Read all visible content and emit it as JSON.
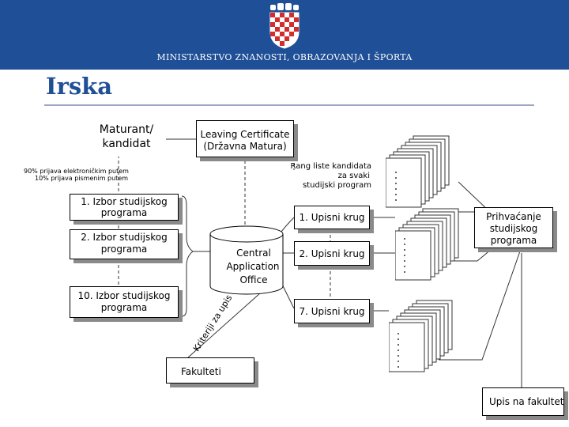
{
  "header": {
    "ministry": "MINISTARSTVO ZNANOSTI, OBRAZOVANJA I ŠPORTA",
    "crest_icon": "croatian-coat-of-arms-icon",
    "colors": {
      "banner": "#1f4f96",
      "title": "#1f4f96"
    }
  },
  "slide": {
    "title": "Irska"
  },
  "diagram": {
    "maturant_line1": "Maturant/",
    "maturant_line2": "kandidat",
    "leaving_line1": "Leaving Certificate",
    "leaving_line2": "(Državna Matura)",
    "application_line1": "90% prijava elektroničkim putem",
    "application_line2": "10% prijava pismenim putem",
    "choice1_line1": "1. Izbor studijskog",
    "choice1_line2": "programa",
    "choice2_line1": "2. Izbor studijskog",
    "choice2_line2": "programa",
    "choice10_line1": "10. Izbor studijskog",
    "choice10_line2": "programa",
    "cao_line1": "Central",
    "cao_line2": "Application",
    "cao_line3": "Office",
    "criteria": "Kriteriji za upis",
    "rank_line1": "Rang liste kandidata",
    "rank_line2": "za svaki",
    "rank_line3": "studijski program",
    "round1": "1. Upisni krug",
    "round2": "2. Upisni krug",
    "round7": "7. Upisni krug",
    "acceptance_line1": "Prihvaćanje",
    "acceptance_line2": "studijskog",
    "acceptance_line3": "programa",
    "faculties": "Fakulteti",
    "enrollment": "Upis na fakultet"
  }
}
